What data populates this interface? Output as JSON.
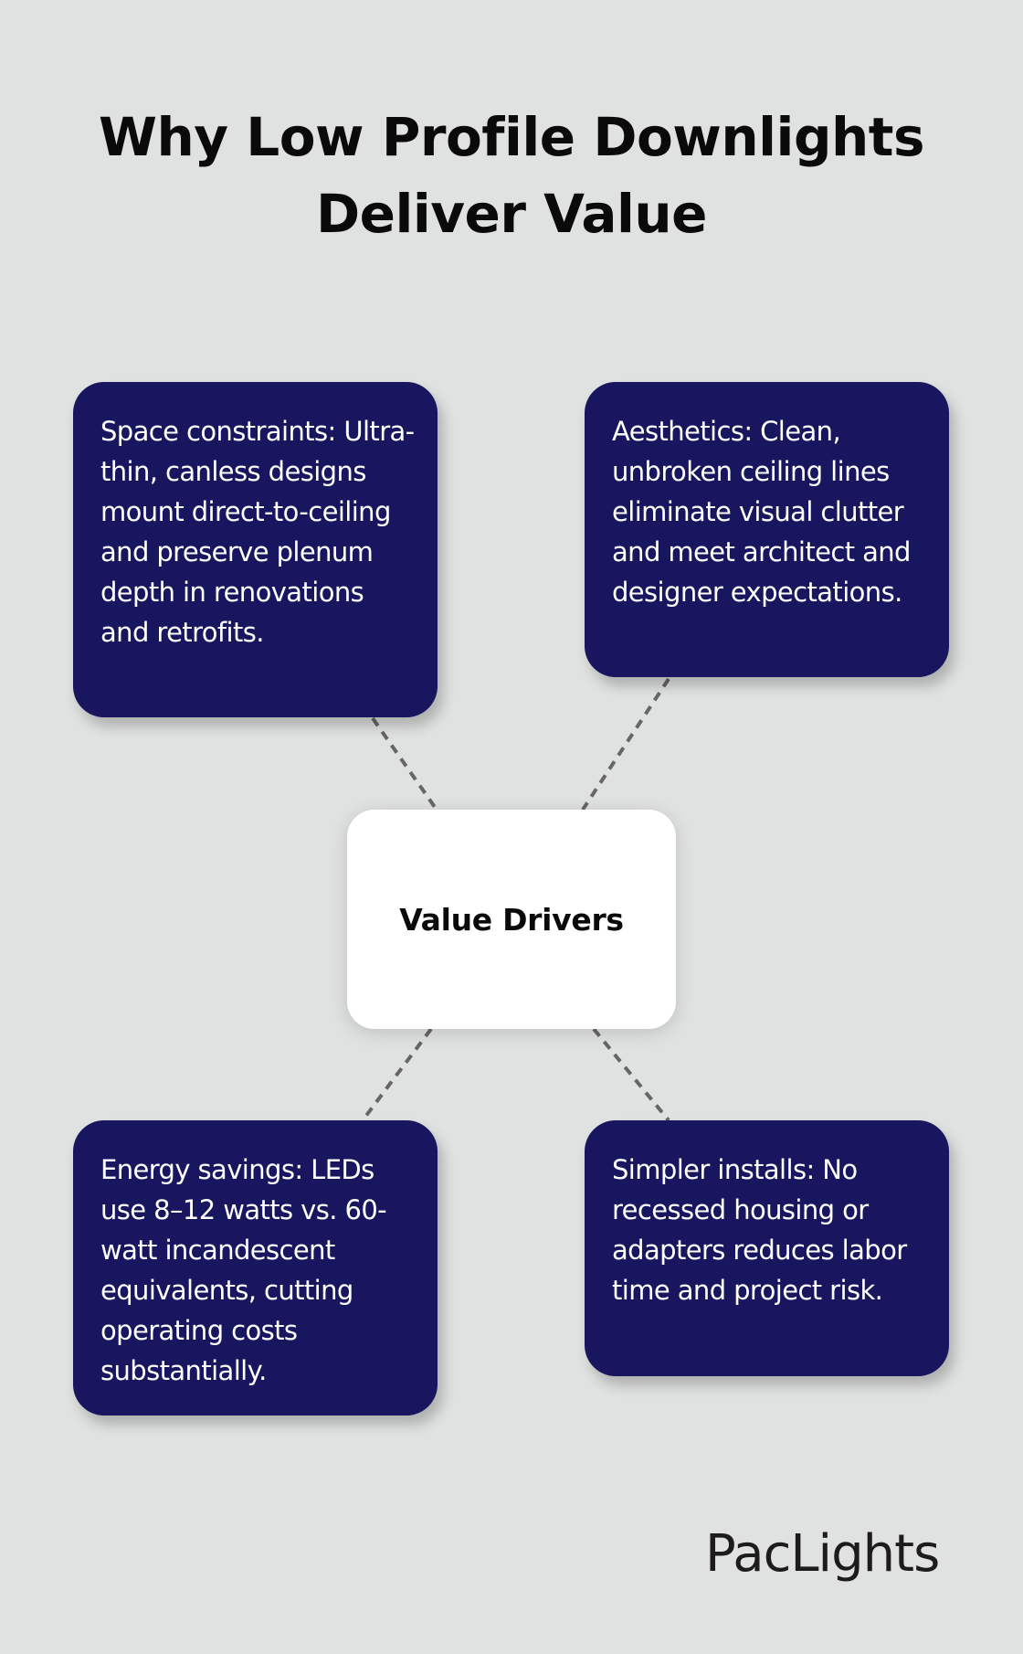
{
  "title": {
    "line1": "Why Low Profile Downlights",
    "line2": "Deliver Value"
  },
  "center": {
    "label": "Value Drivers"
  },
  "cards": [
    {
      "position": "top-left",
      "text": "Space constraints: Ultra-thin, canless designs mount direct-to-ceiling and preserve plenum depth in renovations and retrofits."
    },
    {
      "position": "top-right",
      "text": "Aesthetics: Clean, unbroken ceiling lines eliminate visual clutter and meet architect and designer expectations."
    },
    {
      "position": "bottom-left",
      "text": "Energy savings: LEDs use 8–12 watts vs. 60-watt incandescent equivalents, cutting operating costs substantially."
    },
    {
      "position": "bottom-right",
      "text": "Simpler installs: No recessed housing or adapters reduces labor time and project risk."
    }
  ],
  "brand": {
    "logo_text": "PacLights"
  },
  "colors": {
    "background": "#e0e2e1",
    "card": "#17165e",
    "center": "#ffffff",
    "connector": "#666666"
  }
}
